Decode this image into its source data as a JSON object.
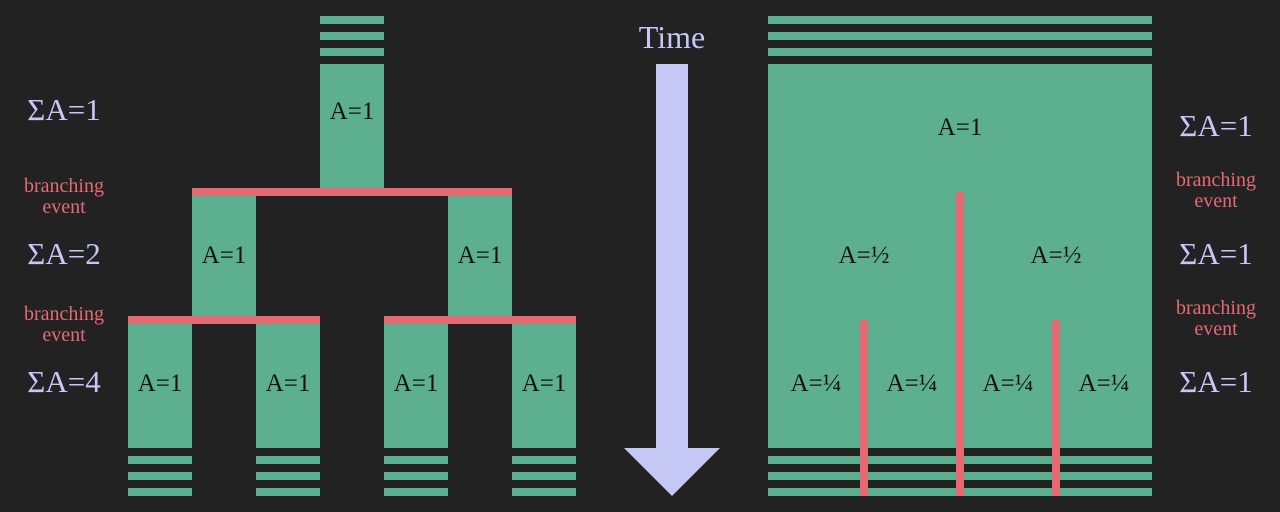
{
  "time_label": "Time",
  "left": {
    "sums": [
      "ΣA=1",
      "ΣA=2",
      "ΣA=4"
    ],
    "branching": [
      [
        "branching",
        "event"
      ],
      [
        "branching",
        "event"
      ]
    ],
    "level1": [
      "A=1"
    ],
    "level2": [
      "A=1",
      "A=1"
    ],
    "level3": [
      "A=1",
      "A=1",
      "A=1",
      "A=1"
    ]
  },
  "right": {
    "sums": [
      "ΣA=1",
      "ΣA=1",
      "ΣA=1"
    ],
    "branching": [
      [
        "branching",
        "event"
      ],
      [
        "branching",
        "event"
      ]
    ],
    "level1": [
      "A=1"
    ],
    "level2": [
      "A=½",
      "A=½"
    ],
    "level3": [
      "A=¼",
      "A=¼",
      "A=¼",
      "A=¼"
    ]
  },
  "colors": {
    "background": "#222222",
    "branch": "#5db08f",
    "event": "#e66a73",
    "label": "#c5c8f5"
  }
}
